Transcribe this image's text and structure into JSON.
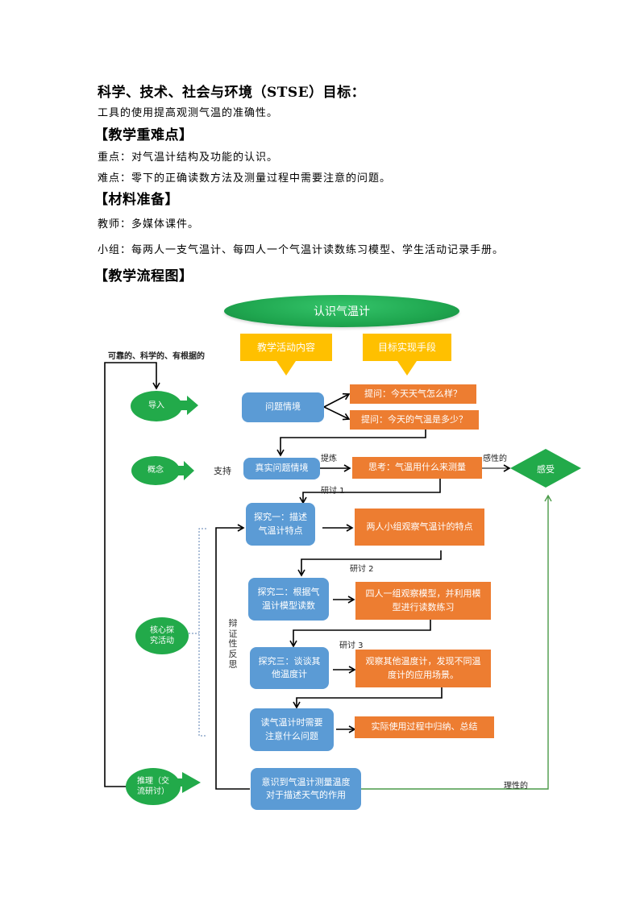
{
  "document": {
    "stse_heading": "科学、技术、社会与环境（STSE）目标：",
    "stse_text": "工具的使用提高观测气温的准确性。",
    "key_points_heading": "【教学重难点】",
    "key_point": "重点：对气温计结构及功能的认识。",
    "difficult_point": "难点：零下的正确读数方法及测量过程中需要注意的问题。",
    "materials_heading": "【材料准备】",
    "materials_teacher": "教师：多媒体课件。",
    "materials_group": "小组：每两人一支气温计、每四人一个气温计读数练习模型、学生活动记录手册。",
    "flowchart_heading": "【教学流程图】"
  },
  "flowchart": {
    "title": "认识气温计",
    "column_headers": {
      "content": "教学活动内容",
      "means": "目标实现手段"
    },
    "stages": {
      "intro": "导入",
      "concept": "概念",
      "core_line1": "核心探",
      "core_line2": "究活动",
      "reasoning_line1": "推理（交",
      "reasoning_line2": "流研讨）"
    },
    "loop_label": "可靠的、科学的、有根据的",
    "support_label": "支持",
    "refine_label": "提炼",
    "sensory_label": "感性的",
    "rational_label": "理性的",
    "reflection_label": [
      "辩",
      "证",
      "性",
      "反",
      "思"
    ],
    "discussion_labels": [
      "研讨 1",
      "研讨 2",
      "研讨 3"
    ],
    "feel_node": "感受",
    "blue_nodes": {
      "problem_situation": "问题情境",
      "real_problem": "真实问题情境",
      "explore1_line1": "探究一：描述",
      "explore1_line2": "气温计特点",
      "explore2_line1": "探究二：根据气",
      "explore2_line2": "温计模型读数",
      "explore3_line1": "探究三：谈谈其",
      "explore3_line2": "他温度计",
      "attention_line1": "读气温计时需要",
      "attention_line2": "注意什么问题",
      "conclusion_line1": "意识到气温计测量温度",
      "conclusion_line2": "对于描述天气的作用"
    },
    "orange_nodes": {
      "question1": "提问：今天天气怎么样？",
      "question2": "提问：今天的气温是多少？",
      "think": "思考：气温用什么来测量",
      "observe_pair": "两人小组观察气温计的特点",
      "model_line1": "四人一组观察模型，并利用模",
      "model_line2": "型进行读数练习",
      "others_line1": "观察其他温度计，发现不同温",
      "others_line2": "度计的应用场景。",
      "summarize": "实际使用过程中归纳、总结"
    },
    "colors": {
      "green": "#22aa4a",
      "blue": "#5b9bd5",
      "orange": "#ed7d31",
      "yellow": "#ffc000",
      "rational_line": "#4a9a48"
    }
  }
}
